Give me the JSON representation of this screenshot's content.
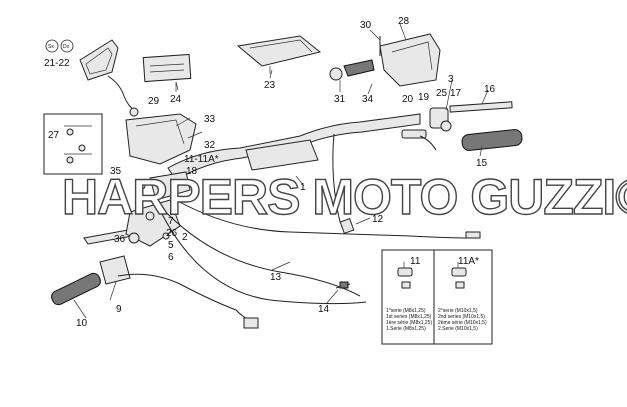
{
  "callouts": [
    {
      "id": "c30",
      "text": "30"
    },
    {
      "id": "c28",
      "text": "28"
    },
    {
      "id": "c23",
      "text": "23"
    },
    {
      "id": "c24",
      "text": "24"
    },
    {
      "id": "c21",
      "text": "21-22"
    },
    {
      "id": "cSx",
      "text": "Sx"
    },
    {
      "id": "cDx",
      "text": "Dx"
    },
    {
      "id": "c31",
      "text": "31"
    },
    {
      "id": "c34",
      "text": "34"
    },
    {
      "id": "c3",
      "text": "3"
    },
    {
      "id": "c20",
      "text": "20"
    },
    {
      "id": "c19",
      "text": "19"
    },
    {
      "id": "c25",
      "text": "25"
    },
    {
      "id": "c17",
      "text": "17"
    },
    {
      "id": "c16",
      "text": "16"
    },
    {
      "id": "c29",
      "text": "29"
    },
    {
      "id": "c33",
      "text": "33"
    },
    {
      "id": "c32",
      "text": "32"
    },
    {
      "id": "c27",
      "text": "27"
    },
    {
      "id": "c11",
      "text": "11-11A*"
    },
    {
      "id": "c18",
      "text": "18"
    },
    {
      "id": "c35",
      "text": "35"
    },
    {
      "id": "c15",
      "text": "15"
    },
    {
      "id": "c1",
      "text": "1"
    },
    {
      "id": "c7",
      "text": "7"
    },
    {
      "id": "c26",
      "text": "26"
    },
    {
      "id": "c2",
      "text": "2"
    },
    {
      "id": "c5",
      "text": "5"
    },
    {
      "id": "c36",
      "text": "36"
    },
    {
      "id": "c6",
      "text": "6"
    },
    {
      "id": "c12",
      "text": "12"
    },
    {
      "id": "c13",
      "text": "13"
    },
    {
      "id": "c9",
      "text": "9"
    },
    {
      "id": "c10",
      "text": "10"
    },
    {
      "id": "c14",
      "text": "14"
    },
    {
      "id": "cb11",
      "text": "11"
    },
    {
      "id": "cb11a",
      "text": "11A*"
    }
  ],
  "box_left_notes": [
    "1°serie (M8x1,25)",
    "1st series (M8x1,25)",
    "1ère série (M8x1,25)",
    "1.Serie (M8x1,25)"
  ],
  "box_right_notes": [
    "2°serie (M10x1,5)",
    "2nd series (M10x1,5)",
    "2ème série (M10x1,5)",
    "2.Serie (M10x1,5)"
  ],
  "watermark": "HARPERS MOTO GUZZI©"
}
